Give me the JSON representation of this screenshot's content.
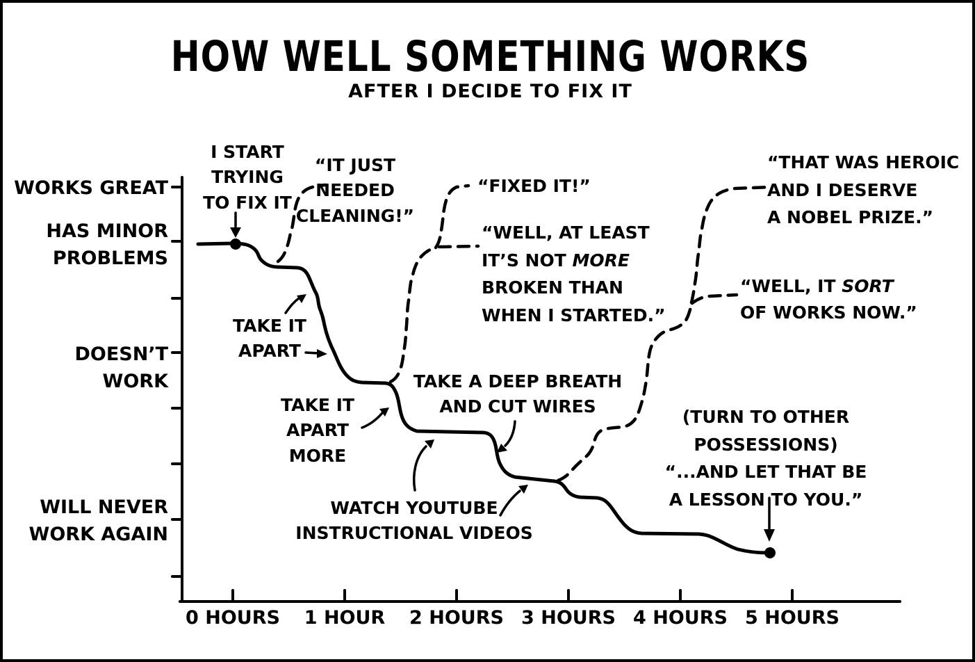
{
  "colors": {
    "ink": "#000000",
    "background": "#ffffff"
  },
  "title": "HOW WELL SOMETHING WORKS",
  "subtitle": "AFTER I DECIDE TO FIX IT",
  "y_axis": {
    "works_great": "WORKS GREAT",
    "has_minor_problems": "HAS MINOR\nPROBLEMS",
    "doesnt_work": "DOESN’T WORK",
    "will_never_work_again": "WILL NEVER\nWORK AGAIN"
  },
  "x_axis": {
    "labels": [
      "0 HOURS",
      "1 HOUR",
      "2 HOURS",
      "3 HOURS",
      "4 HOURS",
      "5 HOURS"
    ]
  },
  "annotations": {
    "start": {
      "text": "I START\nTRYING\nTO FIX IT"
    },
    "cleaning": {
      "text": "“IT JUST\nNEEDED\nCLEANING!”"
    },
    "fixed_it": {
      "text": "“FIXED IT!”"
    },
    "well_at_least": {
      "before": "“WELL, AT LEAST\nIT’S NOT ",
      "italic": "MORE",
      "after": "\nBROKEN THAN\nWHEN I STARTED.”"
    },
    "take_apart": {
      "text": "TAKE IT\nAPART"
    },
    "take_apart_more": {
      "text": "TAKE IT\nAPART\nMORE"
    },
    "deep_breath": {
      "text": "TAKE A DEEP BREATH\nAND CUT WIRES"
    },
    "youtube": {
      "text": "WATCH YOUTUBE\nINSTRUCTIONAL VIDEOS"
    },
    "heroic": {
      "text": "“THAT WAS HEROIC\nAND I DESERVE\nA NOBEL PRIZE.”"
    },
    "sort_of": {
      "before": "“WELL, IT ",
      "italic": "SORT",
      "after": "\nOF WORKS NOW.”"
    },
    "lesson": {
      "text": "(TURN TO OTHER\nPOSSESSIONS)\n“...AND LET THAT BE\nA LESSON TO YOU.”"
    }
  },
  "chart_data": {
    "type": "line",
    "title": "HOW WELL SOMETHING WORKS",
    "subtitle": "AFTER I DECIDE TO FIX IT",
    "x_unit": "hours",
    "x_tick_labels": [
      "0 HOURS",
      "1 HOUR",
      "2 HOURS",
      "3 HOURS",
      "4 HOURS",
      "5 HOURS"
    ],
    "xlim": [
      -0.5,
      5.9
    ],
    "y_scale_note": "qualitative axis, 8 unlabeled tick units; 0 = bottom, 7 = top",
    "y_tick_labels": {
      "7": "WORKS GREAT",
      "6": "HAS MINOR PROBLEMS",
      "4": "DOESN'T WORK",
      "1": "WILL NEVER WORK AGAIN"
    },
    "grid": false,
    "legend": "none",
    "series": [
      {
        "name": "actual condition (solid line, starts and ends with a dot)",
        "style": "solid",
        "points_hours_vs_condition": [
          [
            0,
            6.0
          ],
          [
            0.3,
            5.6
          ],
          [
            0.55,
            5.55
          ],
          [
            0.7,
            5.0
          ],
          [
            0.9,
            4.2
          ],
          [
            1.05,
            3.55
          ],
          [
            1.35,
            3.5
          ],
          [
            1.5,
            2.85
          ],
          [
            1.6,
            2.6
          ],
          [
            2.2,
            2.6
          ],
          [
            2.35,
            2.0
          ],
          [
            2.85,
            1.75
          ],
          [
            3.0,
            1.5
          ],
          [
            3.25,
            1.4
          ],
          [
            3.45,
            0.9
          ],
          [
            4.15,
            0.78
          ],
          [
            4.45,
            0.6
          ],
          [
            4.8,
            0.42
          ]
        ]
      },
      {
        "name": "imagined outcome: it just needed cleaning",
        "style": "dashed",
        "points_hours_vs_condition": [
          [
            0.4,
            5.6
          ],
          [
            0.5,
            6.3
          ],
          [
            0.65,
            6.9
          ],
          [
            0.83,
            7.0
          ]
        ]
      },
      {
        "name": "imagined outcome: fixed it / not more broken",
        "style": "dashed",
        "points_hours_vs_condition": [
          [
            1.4,
            3.5
          ],
          [
            1.5,
            4.5
          ],
          [
            1.6,
            5.5
          ],
          [
            1.8,
            6.3
          ],
          [
            1.9,
            7.0
          ],
          [
            2.1,
            7.05
          ]
        ],
        "sub_branch": [
          [
            1.8,
            5.95
          ],
          [
            2.2,
            5.95
          ]
        ]
      },
      {
        "name": "imagined outcome: nobel prize / sort of works",
        "style": "dashed",
        "points_hours_vs_condition": [
          [
            2.9,
            1.7
          ],
          [
            3.1,
            2.6
          ],
          [
            3.3,
            2.65
          ],
          [
            3.55,
            3.9
          ],
          [
            3.9,
            4.45
          ],
          [
            4.1,
            4.95
          ],
          [
            4.3,
            6.6
          ],
          [
            4.5,
            7.0
          ],
          [
            4.8,
            7.0
          ]
        ],
        "sub_branch": [
          [
            4.1,
            5.05
          ],
          [
            4.5,
            5.1
          ]
        ]
      }
    ],
    "annotations": [
      "I START TRYING TO FIX IT",
      "“IT JUST NEEDED CLEANING!”",
      "“FIXED IT!”",
      "“WELL, AT LEAST IT’S NOT MORE BROKEN THAN WHEN I STARTED.”",
      "TAKE IT APART",
      "TAKE IT APART MORE",
      "TAKE A DEEP BREATH AND CUT WIRES",
      "WATCH YOUTUBE INSTRUCTIONAL VIDEOS",
      "“THAT WAS HEROIC AND I DESERVE A NOBEL PRIZE.”",
      "“WELL, IT SORT OF WORKS NOW.”",
      "(TURN TO OTHER POSSESSIONS) “...AND LET THAT BE A LESSON TO YOU.”"
    ]
  }
}
